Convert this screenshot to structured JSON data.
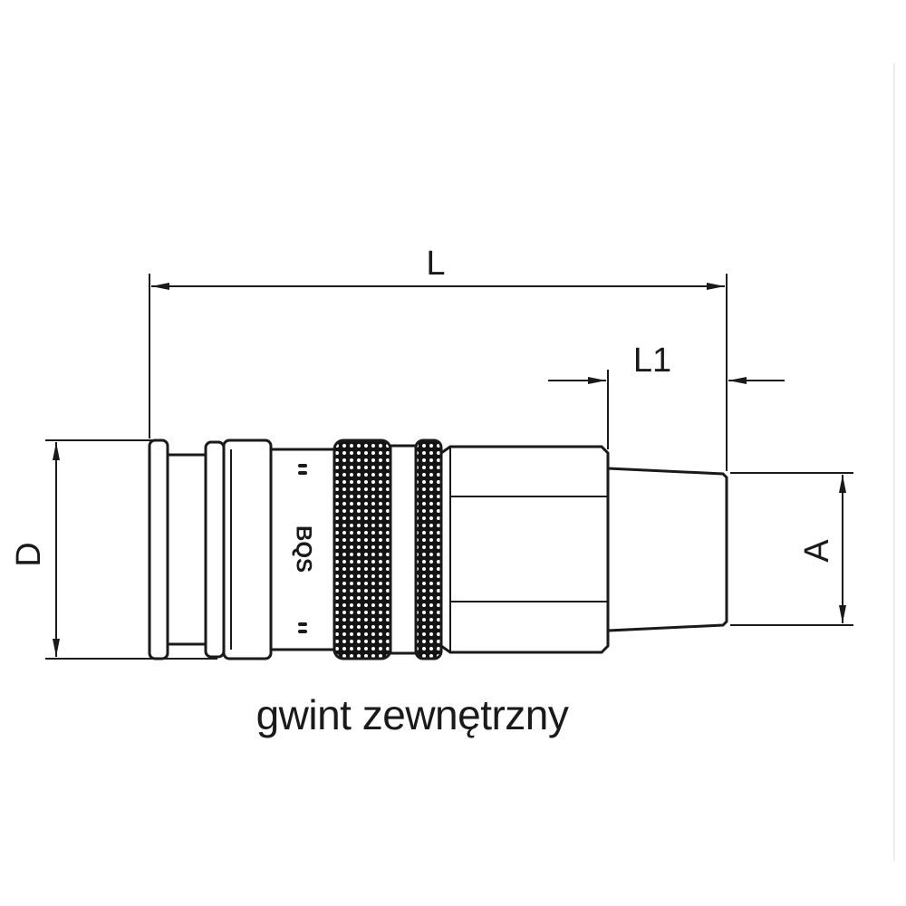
{
  "dimensions": {
    "L": "L",
    "L1": "L1",
    "D": "D",
    "A": "A"
  },
  "body_marking": "BQS",
  "caption": "gwint zewnętrzny"
}
